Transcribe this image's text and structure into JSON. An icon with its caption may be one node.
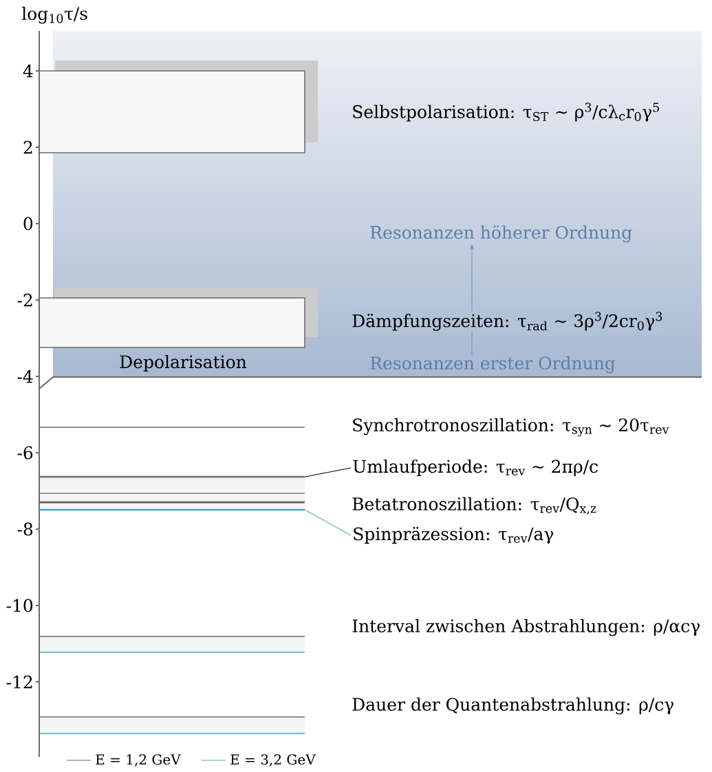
{
  "diagram": {
    "nodes": [
      {
        "text": [
          "Resonanzen höherer Ordnung"
        ]
      },
      {
        "text": [
          "Resonanzen erster Ordnung"
        ]
      },
      {
        "text": [
          "Umlaufperiode: τ$_{rev}$ ∼ 2πρ/c"
        ]
      },
      {
        "text": [],
        "shape": "bar"
      },
      {
        "text": [
          "Spinpräzession: τ$_{rev}$/aγ"
        ]
      },
      {
        "text": [],
        "shape": "bar"
      }
    ],
    "edges": [
      {
        "from": 1,
        "to": 0,
        "arrow": "to",
        "color": "#6f8db5"
      },
      {
        "from": 2,
        "to": 3,
        "arrow": "none",
        "color": "#000000"
      },
      {
        "from": 4,
        "to": 5,
        "arrow": "none",
        "color": "#4fa6c2"
      }
    ],
    "labels": [
      "log$_{10}$τ/s",
      "4",
      "2",
      "0",
      "-2",
      "-4",
      "-6",
      "-8",
      "-10",
      "-12",
      "Selbstpolarisation: τ$_{ST}$ ∼ ρ$^{3}$/cλ$_{c}$r$_{0}$γ$^{5}$",
      "Dämpfungszeiten: τ$_{rad}$ ∼ 3ρ$^{3}$/2cr$_{0}$γ$^{3}$",
      "Depolarisation",
      "Synchrotronoszillation: τ$_{syn}$ ∼ 20τ$_{rev}$",
      "Betatronoszillation: τ$_{rev}$/Q$_{x,z}$",
      "Interval zwischen Abstrahlungen: ρ/αcγ",
      "Dauer der Quantenabstrahlung: ρ/cγ"
    ],
    "legend": [
      {
        "text": "E = 1,2 GeV"
      },
      {
        "text": "E = 3,2 GeV"
      }
    ]
  }
}
